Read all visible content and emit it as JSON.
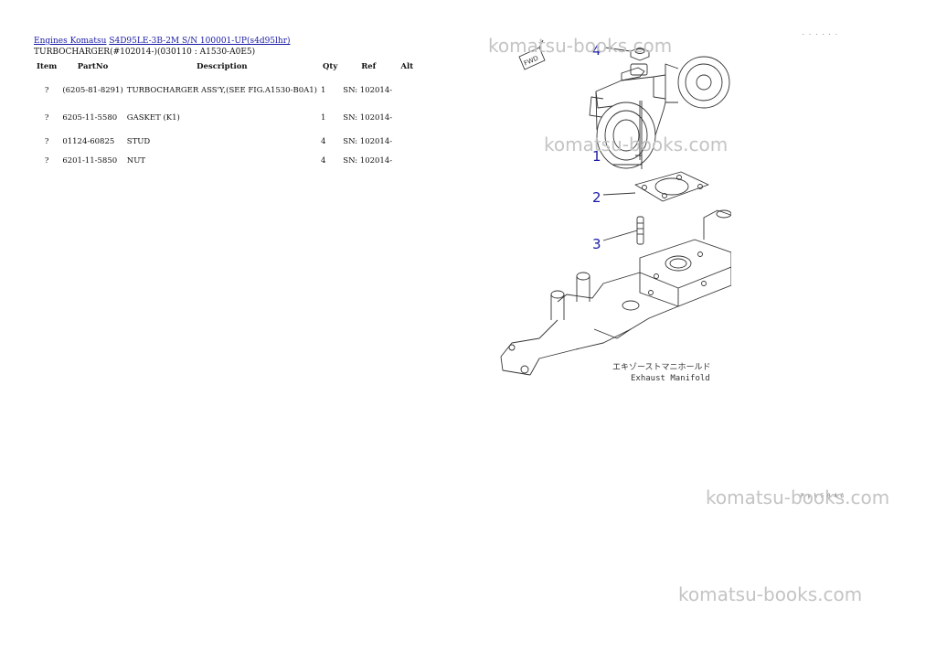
{
  "breadcrumb": {
    "root_link": "Engines Komatsu",
    "model_link": "S4D95LE-3B-2M S/N 100001-UP(s4d95lhr)"
  },
  "subtitle": "TURBOCHARGER(#102014-)(030110 : A1530-A0E5)",
  "table": {
    "headers": {
      "item": "Item",
      "part": "PartNo",
      "desc": "Description",
      "qty": "Qty",
      "ref": "Ref",
      "alt": "Alt"
    },
    "rows": [
      {
        "item": "?",
        "part": "(6205-81-8291)",
        "desc": "TURBOCHARGER ASS'Y,(SEE FIG.A1530-B0A1)",
        "qty": "1",
        "ref": "SN: 102014-",
        "alt": ""
      },
      {
        "item": "?",
        "part": "6205-11-5580",
        "desc": "GASKET (K1)",
        "qty": "1",
        "ref": "SN: 102014-",
        "alt": ""
      },
      {
        "item": "?",
        "part": "01124-60825",
        "desc": "STUD",
        "qty": "4",
        "ref": "SN: 102014-",
        "alt": ""
      },
      {
        "item": "?",
        "part": "6201-11-5850",
        "desc": "NUT",
        "qty": "4",
        "ref": "SN: 102014-",
        "alt": ""
      }
    ]
  },
  "diagram": {
    "callouts": [
      "4",
      "1",
      "2",
      "3"
    ],
    "fwd_label": "FWD",
    "caption_jp": "エキゾーストマニホールド",
    "caption_en": "Exhaust Manifold",
    "corner_code": ". . . . . .",
    "figure_code": "P y k 5 0 4 6"
  },
  "watermarks": [
    "komatsu-books.com",
    "komatsu-books.com",
    "komatsu-books.com",
    "komatsu-books.com"
  ]
}
